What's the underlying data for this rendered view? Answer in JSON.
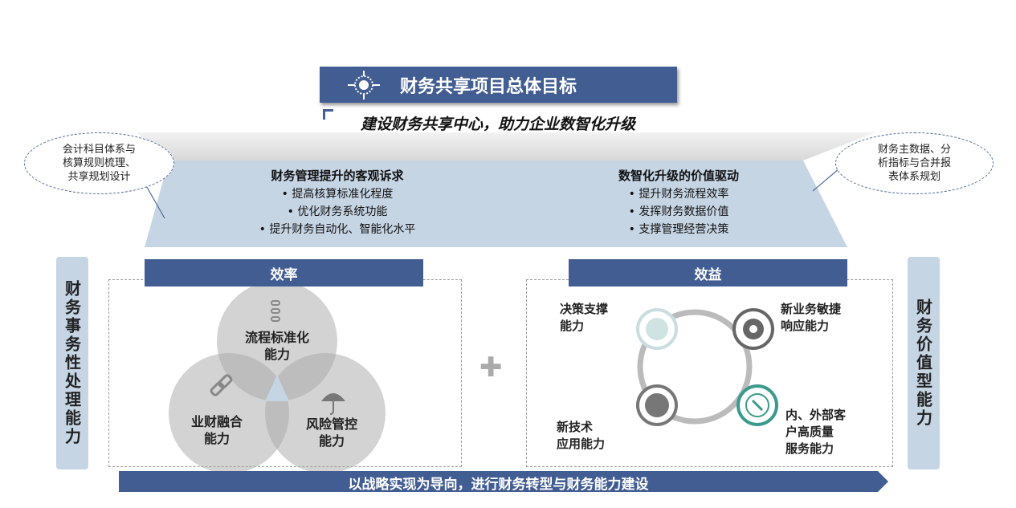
{
  "title": "财务共享项目总体目标",
  "subtitle": "建设财务共享中心，助力企业数智化升级",
  "left_note": [
    "会计科目体系与",
    "核算规则梳理、",
    "共享规划设计"
  ],
  "right_note": [
    "财务主数据、分",
    "析指标与合并报",
    "表体系规划"
  ],
  "left_col": {
    "heading": "财务管理提升的客观诉求",
    "items": [
      "• 提高核算标准化程度",
      "• 优化财务系统功能",
      "• 提升财务自动化、智能化水平"
    ]
  },
  "right_col": {
    "heading": "数智化升级的价值驱动",
    "items": [
      "• 提升财务流程效率",
      "• 发挥财务数据价值",
      "• 支撑管理经营决策"
    ]
  },
  "left_side_label": "财务事务性处理能力",
  "right_side_label": "财务价值型能力",
  "efficiency": {
    "label": "效率",
    "circles": [
      [
        "流程标准化",
        "能力"
      ],
      [
        "业财融合",
        "能力"
      ],
      [
        "风险管控",
        "能力"
      ]
    ]
  },
  "benefit": {
    "label": "效益",
    "items": [
      [
        "决策支撑",
        "能力"
      ],
      [
        "新业务敏捷",
        "响应能力"
      ],
      [
        "新技术",
        "应用能力"
      ],
      [
        "内、外部客",
        "户高质量",
        "服务能力"
      ]
    ]
  },
  "plus": "✚",
  "bottom_banner": "以战略实现为导向，进行财务转型与财务能力建设",
  "colors": {
    "primary": "#425d92",
    "light": "#c6d5e4"
  }
}
